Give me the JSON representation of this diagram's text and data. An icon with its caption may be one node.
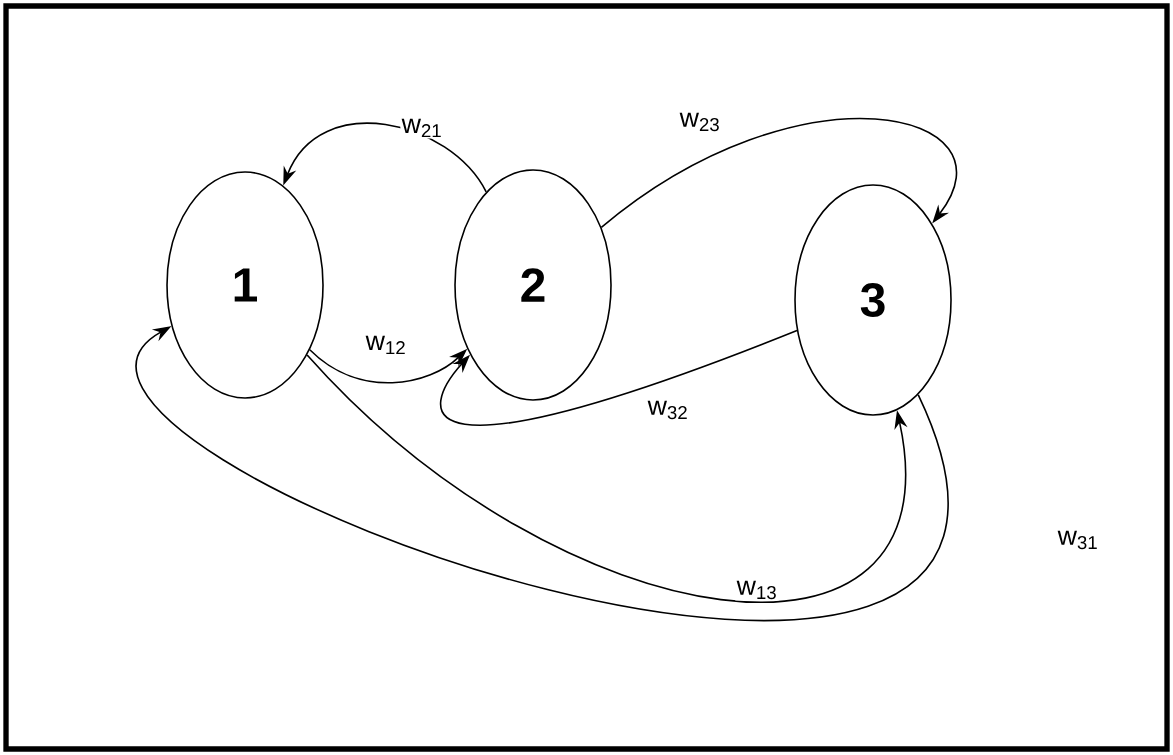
{
  "diagram": {
    "nodes": [
      {
        "text": [
          "1"
        ]
      },
      {
        "text": [
          "2"
        ]
      },
      {
        "text": [
          "3"
        ]
      }
    ],
    "edges": [
      {
        "from": 1,
        "to": 0,
        "arrow": "to",
        "label": "w$_{21}$"
      },
      {
        "from": 0,
        "to": 1,
        "arrow": "to",
        "label": "w$_{12}$"
      },
      {
        "from": 1,
        "to": 2,
        "arrow": "to",
        "label": "w$_{23}$"
      },
      {
        "from": 2,
        "to": 1,
        "arrow": "to",
        "label": "w$_{32}$"
      },
      {
        "from": 0,
        "to": 2,
        "arrow": "to",
        "label": "w$_{13}$"
      },
      {
        "from": 2,
        "to": 0,
        "arrow": "to",
        "label": "w$_{31}$"
      }
    ]
  }
}
